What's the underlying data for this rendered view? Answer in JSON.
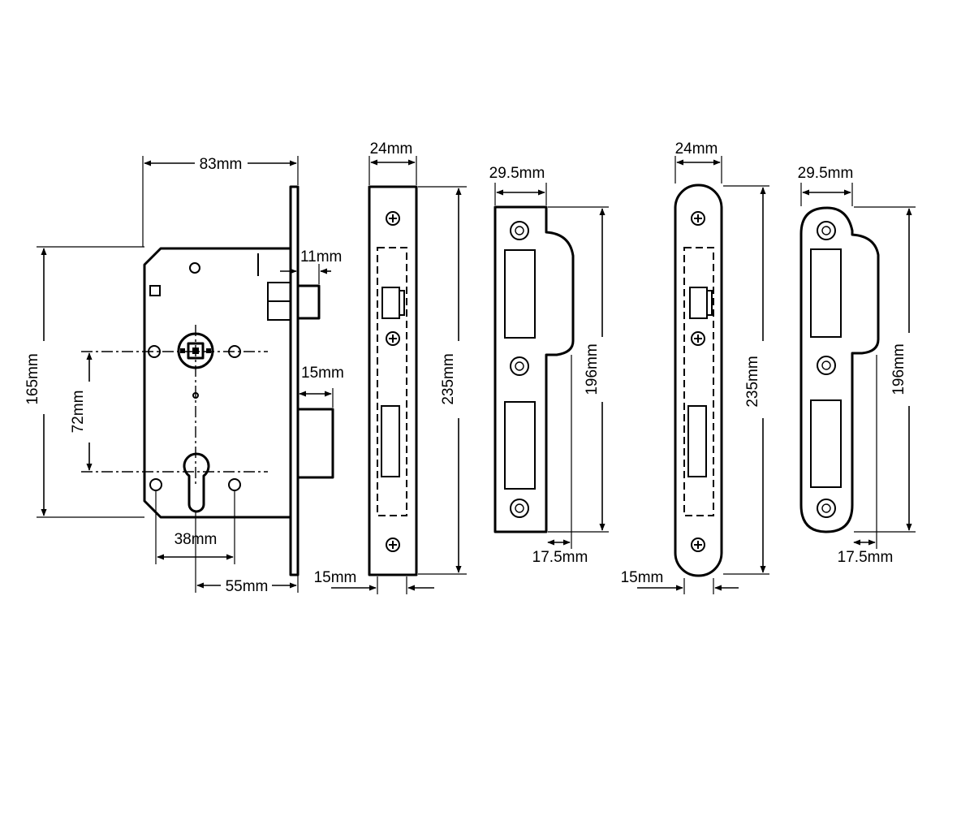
{
  "dimensions": {
    "case_width": "83mm",
    "forend_thickness": "11mm",
    "case_height": "165mm",
    "centres": "72mm",
    "latch_projection": "15mm",
    "spindle_spacing": "38mm",
    "backset": "55mm",
    "square_forend_width": "24mm",
    "square_forend_height": "235mm",
    "square_forend_lip": "15mm",
    "square_strike_width": "29.5mm",
    "square_strike_height": "196mm",
    "square_strike_lip": "17.5mm",
    "round_forend_width": "24mm",
    "round_forend_height": "235mm",
    "round_forend_lip": "15mm",
    "round_strike_width": "29.5mm",
    "round_strike_height": "196mm",
    "round_strike_lip": "17.5mm"
  },
  "colors": {
    "line": "#000000",
    "fill": "#ffffff"
  }
}
